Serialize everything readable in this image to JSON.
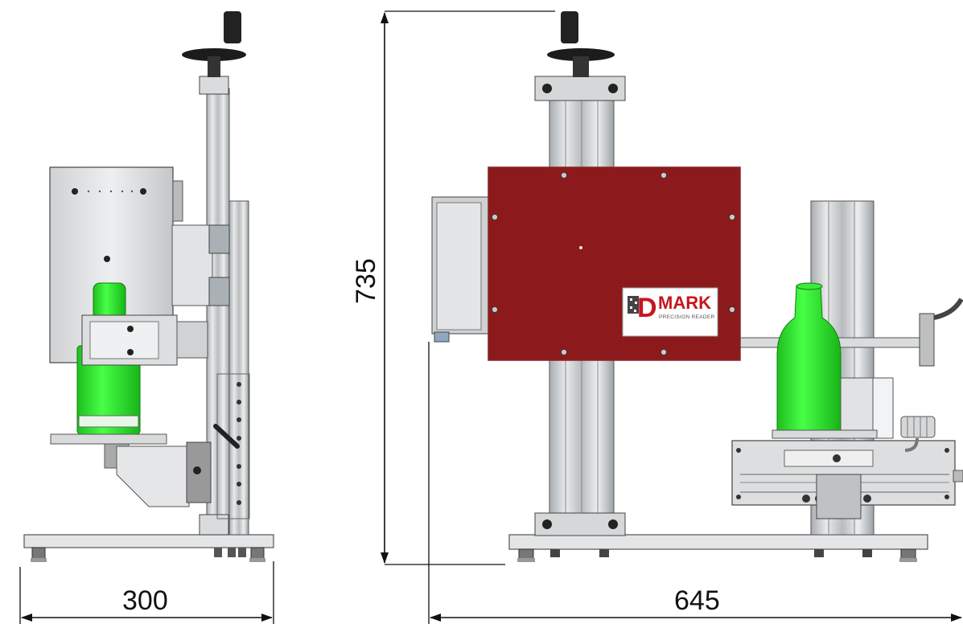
{
  "dimensions": {
    "side_width": "300",
    "front_width": "645",
    "height": "735"
  },
  "logo": {
    "letter": "D",
    "word": "MARK",
    "tagline": "PRECISION READER"
  },
  "colors": {
    "marking_head": "#8c1a1c",
    "bottle": "#2fe42f",
    "frame": "#c9ccce",
    "logo_red": "#c6161c"
  }
}
